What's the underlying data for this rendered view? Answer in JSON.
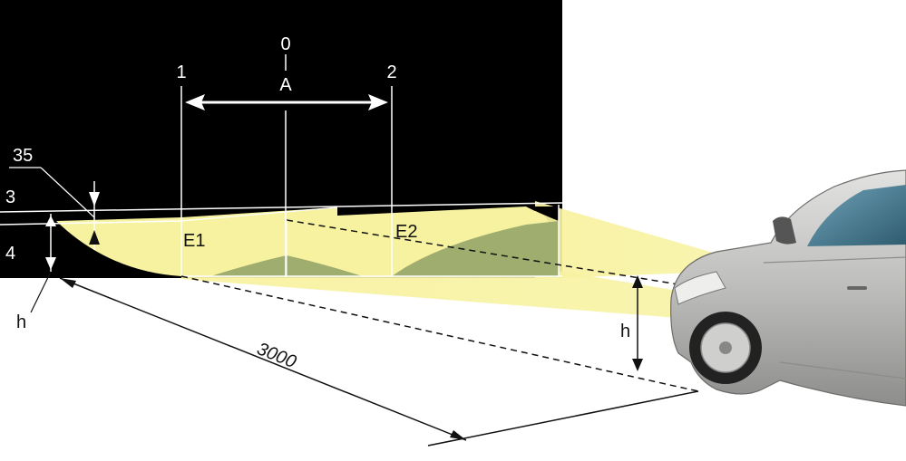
{
  "labels": {
    "center_line": "0",
    "center_letter": "A",
    "line_left": "1",
    "line_right": "2",
    "dimension_35": "35",
    "line_3": "3",
    "line_4": "4",
    "height_left": "h",
    "height_right": "h",
    "point_e1": "E1",
    "point_e2": "E2",
    "distance": "3000"
  },
  "colors": {
    "screen": "#000000",
    "beam": "#f7f2a0",
    "beam_shadow": "#9fae6e",
    "lines": "#ffffff",
    "car_body": "#c9c9c7",
    "glass": "#4f7f95",
    "tire": "#222222"
  },
  "icons": [
    "car-illustration",
    "double-arrow-icon"
  ]
}
